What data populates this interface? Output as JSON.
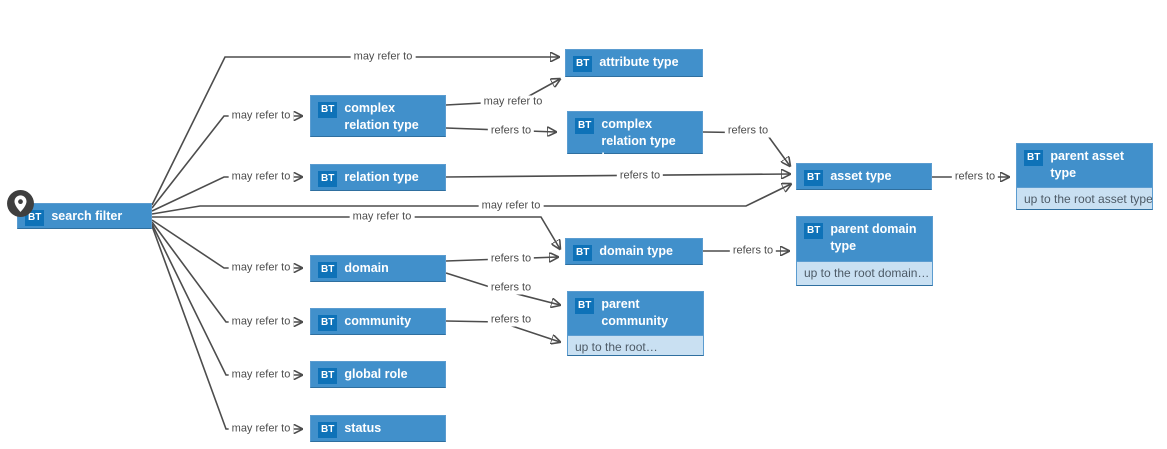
{
  "badge_label": "BT",
  "colors": {
    "node_fill": "#4190cb",
    "node_border": "#5b9cd0",
    "badge_fill": "#0e72b8",
    "substrip_fill": "#c9e0f2",
    "edge_color": "#4d4d4d"
  },
  "nodes": [
    {
      "id": "search-filter",
      "label": "search filter"
    },
    {
      "id": "attribute-type",
      "label": "attribute type"
    },
    {
      "id": "complex-relation-type",
      "label": "complex relation type"
    },
    {
      "id": "complex-relation-type-leg",
      "label": "complex relation type leg"
    },
    {
      "id": "relation-type",
      "label": "relation type"
    },
    {
      "id": "asset-type",
      "label": "asset type"
    },
    {
      "id": "parent-asset-type",
      "label": "parent asset type",
      "sublabel": "up to the root asset type"
    },
    {
      "id": "domain-type",
      "label": "domain type"
    },
    {
      "id": "parent-domain-type",
      "label": "parent domain type",
      "sublabel": "up to the root domain…"
    },
    {
      "id": "domain",
      "label": "domain"
    },
    {
      "id": "parent-community",
      "label": "parent community",
      "sublabel": "up to the root…"
    },
    {
      "id": "community",
      "label": "community"
    },
    {
      "id": "global-role",
      "label": "global role"
    },
    {
      "id": "status",
      "label": "status"
    }
  ],
  "edges": [
    {
      "from": "search filter",
      "to": "attribute type",
      "label": "may refer to"
    },
    {
      "from": "search filter",
      "to": "complex relation type",
      "label": "may refer to"
    },
    {
      "from": "search filter",
      "to": "relation type",
      "label": "may refer to"
    },
    {
      "from": "search filter",
      "to": "asset type",
      "label": "may refer to"
    },
    {
      "from": "search filter",
      "to": "domain type",
      "label": "may refer to"
    },
    {
      "from": "search filter",
      "to": "domain",
      "label": "may refer to"
    },
    {
      "from": "search filter",
      "to": "community",
      "label": "may refer to"
    },
    {
      "from": "search filter",
      "to": "global role",
      "label": "may refer to"
    },
    {
      "from": "search filter",
      "to": "status",
      "label": "may refer to"
    },
    {
      "from": "complex relation type",
      "to": "attribute type",
      "label": "may refer to"
    },
    {
      "from": "complex relation type",
      "to": "complex relation type leg",
      "label": "refers to"
    },
    {
      "from": "complex relation type leg",
      "to": "asset type",
      "label": "refers to"
    },
    {
      "from": "relation type",
      "to": "asset type",
      "label": "refers to"
    },
    {
      "from": "asset type",
      "to": "parent asset type",
      "label": "refers to"
    },
    {
      "from": "domain type",
      "to": "parent domain type",
      "label": "refers to"
    },
    {
      "from": "domain",
      "to": "domain type",
      "label": "refers to"
    },
    {
      "from": "domain",
      "to": "parent community",
      "label": "refers to"
    },
    {
      "from": "community",
      "to": "parent community",
      "label": "refers to"
    }
  ]
}
